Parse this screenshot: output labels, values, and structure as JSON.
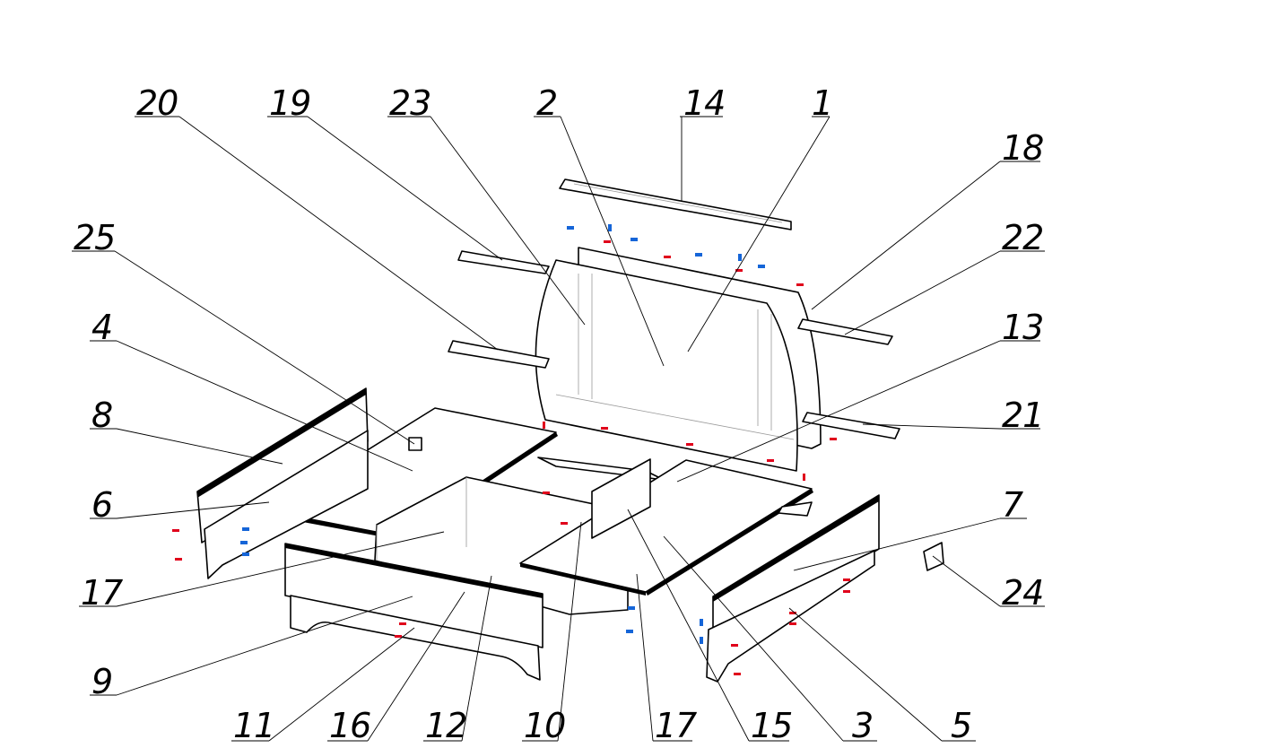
{
  "diagram": {
    "colors": {
      "line": "#000000",
      "hidden_line": "#9a9a9a",
      "fastener_a": "#e0001b",
      "fastener_b": "#1565d8",
      "background": "#ffffff"
    },
    "callouts": [
      {
        "id": "c20",
        "label": "20"
      },
      {
        "id": "c19",
        "label": "19"
      },
      {
        "id": "c23",
        "label": "23"
      },
      {
        "id": "c2",
        "label": "2"
      },
      {
        "id": "c14",
        "label": "14"
      },
      {
        "id": "c1",
        "label": "1"
      },
      {
        "id": "c18",
        "label": "18"
      },
      {
        "id": "c25",
        "label": "25"
      },
      {
        "id": "c22",
        "label": "22"
      },
      {
        "id": "c4",
        "label": "4"
      },
      {
        "id": "c13",
        "label": "13"
      },
      {
        "id": "c8",
        "label": "8"
      },
      {
        "id": "c21",
        "label": "21"
      },
      {
        "id": "c6",
        "label": "6"
      },
      {
        "id": "c7",
        "label": "7"
      },
      {
        "id": "c17a",
        "label": "17"
      },
      {
        "id": "c24",
        "label": "24"
      },
      {
        "id": "c9",
        "label": "9"
      },
      {
        "id": "c11",
        "label": "11"
      },
      {
        "id": "c16",
        "label": "16"
      },
      {
        "id": "c12",
        "label": "12"
      },
      {
        "id": "c10",
        "label": "10"
      },
      {
        "id": "c17b",
        "label": "17"
      },
      {
        "id": "c15",
        "label": "15"
      },
      {
        "id": "c3",
        "label": "3"
      },
      {
        "id": "c5",
        "label": "5"
      }
    ]
  }
}
